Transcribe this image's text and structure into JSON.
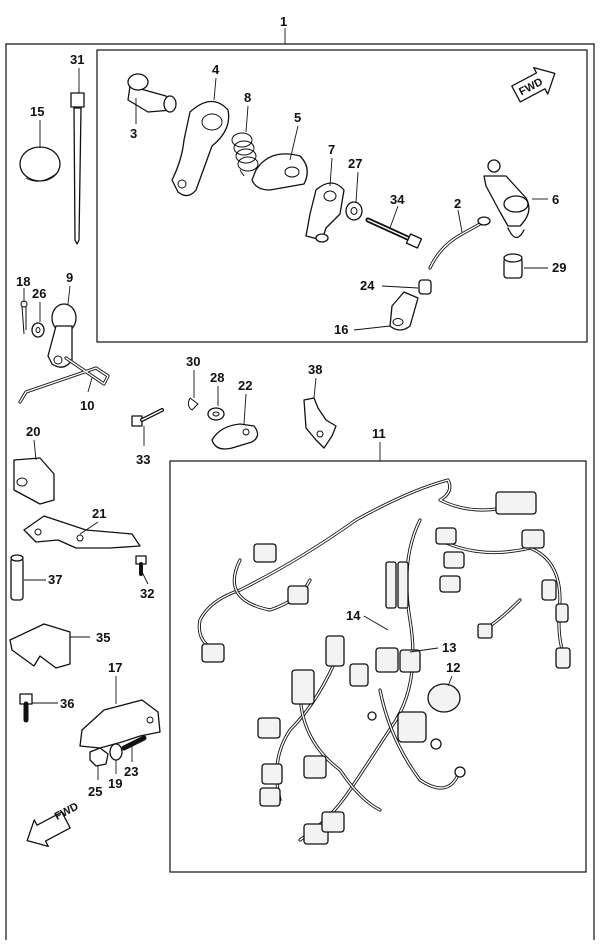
{
  "fwd_label": "FWD",
  "callouts": [
    {
      "id": "1",
      "text": "1"
    },
    {
      "id": "2",
      "text": "2"
    },
    {
      "id": "3",
      "text": "3"
    },
    {
      "id": "4",
      "text": "4"
    },
    {
      "id": "5",
      "text": "5"
    },
    {
      "id": "6",
      "text": "6"
    },
    {
      "id": "7",
      "text": "7"
    },
    {
      "id": "8",
      "text": "8"
    },
    {
      "id": "9",
      "text": "9"
    },
    {
      "id": "10",
      "text": "10"
    },
    {
      "id": "11",
      "text": "11"
    },
    {
      "id": "12",
      "text": "12"
    },
    {
      "id": "13",
      "text": "13"
    },
    {
      "id": "14",
      "text": "14"
    },
    {
      "id": "15",
      "text": "15"
    },
    {
      "id": "16",
      "text": "16"
    },
    {
      "id": "17",
      "text": "17"
    },
    {
      "id": "18",
      "text": "18"
    },
    {
      "id": "19",
      "text": "19"
    },
    {
      "id": "20",
      "text": "20"
    },
    {
      "id": "21",
      "text": "21"
    },
    {
      "id": "22",
      "text": "22"
    },
    {
      "id": "23",
      "text": "23"
    },
    {
      "id": "24",
      "text": "24"
    },
    {
      "id": "25",
      "text": "25"
    },
    {
      "id": "26",
      "text": "26"
    },
    {
      "id": "27",
      "text": "27"
    },
    {
      "id": "28",
      "text": "28"
    },
    {
      "id": "29",
      "text": "29"
    },
    {
      "id": "30",
      "text": "30"
    },
    {
      "id": "31",
      "text": "31"
    },
    {
      "id": "32",
      "text": "32"
    },
    {
      "id": "33",
      "text": "33"
    },
    {
      "id": "34",
      "text": "34"
    },
    {
      "id": "35",
      "text": "35"
    },
    {
      "id": "36",
      "text": "36"
    },
    {
      "id": "37",
      "text": "37"
    },
    {
      "id": "38",
      "text": "38"
    }
  ]
}
